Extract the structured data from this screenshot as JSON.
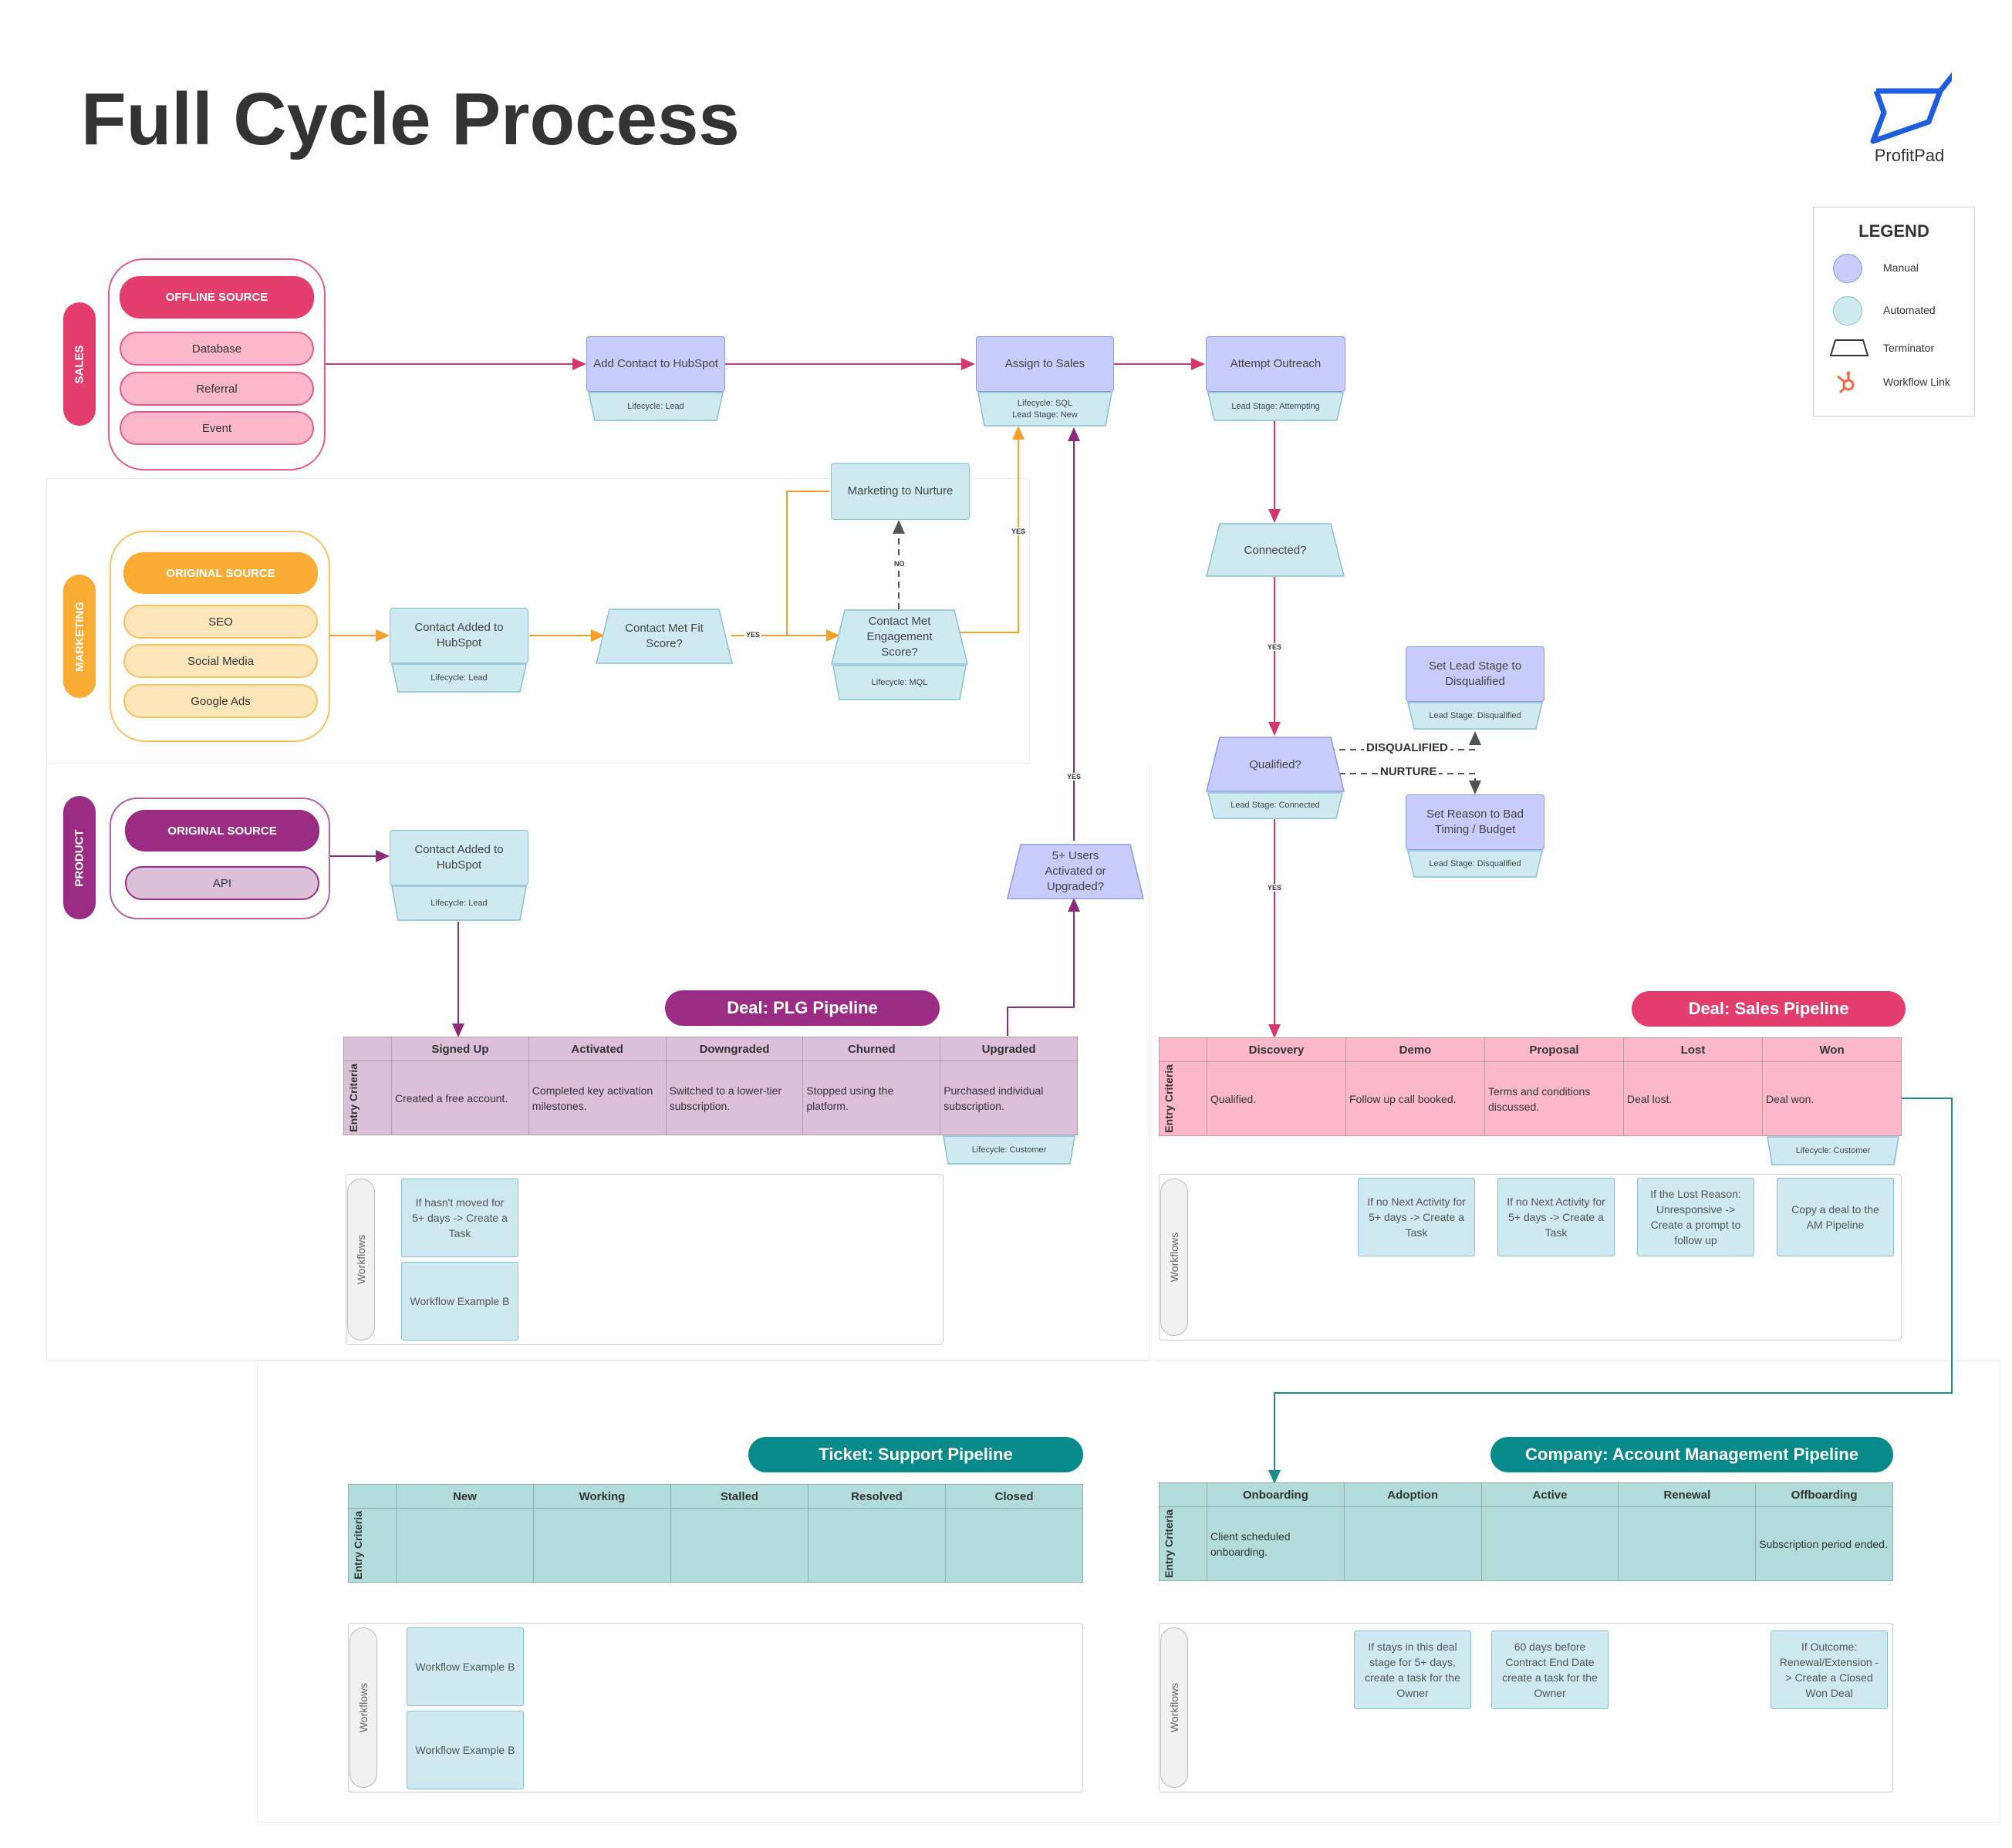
{
  "title": "Full Cycle Process",
  "brand": {
    "name": "ProfitPad",
    "icon": "profitpad-logo-icon",
    "color": "#1e5ddc"
  },
  "colors": {
    "sales": "#e23d6d",
    "sales_light": "#fbb8cc",
    "marketing": "#fbac34",
    "marketing_light": "#fde6b9",
    "product": "#9a2d83",
    "product_light": "#dcc0d8",
    "manual": "#c7ccfa",
    "automated": "#cfe9f1",
    "support": "#088a8a",
    "am": "#088a8a",
    "teal_light": "#b2dcda",
    "link_teal": "#1b8d8d"
  },
  "legend": {
    "title": "LEGEND",
    "items": [
      {
        "label": "Manual",
        "icon": "manual-circle-icon"
      },
      {
        "label": "Automated",
        "icon": "automated-circle-icon"
      },
      {
        "label": "Terminator",
        "icon": "terminator-shape-icon"
      },
      {
        "label": "Workflow Link",
        "icon": "hubspot-workflow-icon"
      }
    ]
  },
  "lanes": {
    "sales": {
      "label": "SALES",
      "source_title": "OFFLINE SOURCE",
      "sources": [
        "Database",
        "Referral",
        "Event"
      ]
    },
    "marketing": {
      "label": "MARKETING",
      "source_title": "ORIGINAL SOURCE",
      "sources": [
        "SEO",
        "Social Media",
        "Google Ads"
      ]
    },
    "product": {
      "label": "PRODUCT",
      "source_title": "ORIGINAL SOURCE",
      "sources": [
        "API"
      ]
    }
  },
  "nodes": {
    "add_contact": {
      "label": "Add Contact to HubSpot",
      "tag": "Lifecycle: Lead"
    },
    "assign_sales": {
      "label": "Assign to Sales",
      "tag1": "Lifecycle: SQL",
      "tag2": "Lead Stage: New"
    },
    "attempt_outreach": {
      "label": "Attempt Outreach",
      "tag": "Lead Stage: Attempting"
    },
    "connected": {
      "label": "Connected?"
    },
    "qualified": {
      "label": "Qualified?",
      "tag": "Lead Stage: Connected"
    },
    "set_disq": {
      "label": "Set Lead Stage to Disqualified",
      "tag": "Lead Stage: Disqualified"
    },
    "set_reason": {
      "label": "Set Reason to Bad Timing / Budget",
      "tag": "Lead Stage: Disqualified"
    },
    "mkt_contact_added": {
      "label": "Contact Added to HubSpot",
      "tag": "Lifecycle: Lead"
    },
    "fit_score": {
      "label": "Contact Met Fit Score?"
    },
    "engagement": {
      "label": "Contact Met Engagement Score?",
      "tag": "Lifecycle: MQL"
    },
    "nurture": {
      "label": "Marketing to Nurture"
    },
    "prod_contact_added": {
      "label": "Contact Added to HubSpot",
      "tag": "Lifecycle: Lead"
    },
    "users_activated": {
      "label": "5+ Users Activated or Upgraded?"
    }
  },
  "edge_labels": {
    "yes": "YES",
    "no": "NO",
    "disqualified": "DISQUALIFIED",
    "nurture": "NURTURE"
  },
  "pipelines": {
    "plg": {
      "title": "Deal: PLG Pipeline",
      "criteria_label": "Entry Criteria",
      "stages": [
        "Signed Up",
        "Activated",
        "Downgraded",
        "Churned",
        "Upgraded"
      ],
      "criteria": [
        "Created a free account.",
        "Completed key activation milestones.",
        "Switched to a lower-tier subscription.",
        "Stopped using the platform.",
        "Purchased individual subscription."
      ],
      "tag": "Lifecycle: Customer",
      "workflows_label": "Workflows",
      "workflows": [
        "If hasn't moved for 5+ days -> Create a Task",
        "Workflow Example B"
      ]
    },
    "sales": {
      "title": "Deal: Sales Pipeline",
      "criteria_label": "Entry Criteria",
      "stages": [
        "Discovery",
        "Demo",
        "Proposal",
        "Lost",
        "Won"
      ],
      "criteria": [
        "Qualified.",
        "Follow up call booked.",
        "Terms and conditions discussed.",
        "Deal lost.",
        "Deal won."
      ],
      "tag": "Lifecycle: Customer",
      "workflows_label": "Workflows",
      "workflows": [
        "If no Next Activity for 5+ days -> Create a Task",
        "If no Next Activity for 5+ days -> Create a Task",
        "If the Lost Reason: Unresponsive -> Create a prompt to follow up",
        "Copy a deal to the AM Pipeline"
      ]
    },
    "support": {
      "title": "Ticket: Support Pipeline",
      "criteria_label": "Entry Criteria",
      "stages": [
        "New",
        "Working",
        "Stalled",
        "Resolved",
        "Closed"
      ],
      "criteria": [
        "",
        "",
        "",
        "",
        ""
      ],
      "workflows_label": "Workflows",
      "workflows": [
        "Workflow Example B",
        "Workflow Example B"
      ]
    },
    "am": {
      "title": "Company: Account Management Pipeline",
      "criteria_label": "Entry Criteria",
      "stages": [
        "Onboarding",
        "Adoption",
        "Active",
        "Renewal",
        "Offboarding"
      ],
      "criteria": [
        "Client scheduled onboarding.",
        "",
        "",
        "",
        "Subscription period ended."
      ],
      "workflows_label": "Workflows",
      "workflows": [
        "If stays in this deal stage for 5+ days, create a task for the Owner",
        "60 days before Contract End Date create a task for the Owner",
        "If Outcome: Renewal/Extension -> Create a Closed Won Deal"
      ]
    }
  }
}
